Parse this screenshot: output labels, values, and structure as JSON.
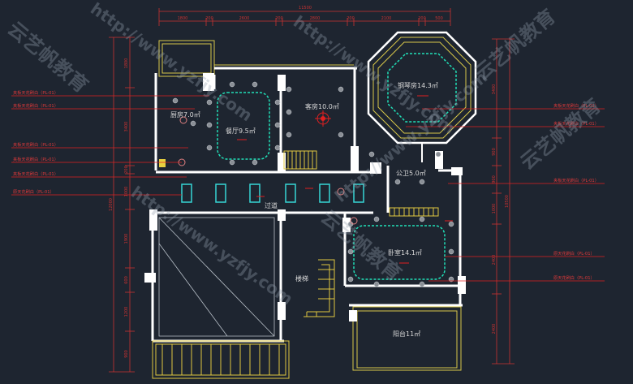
{
  "top_dims": {
    "total": "11500",
    "segments": [
      "1800",
      "200",
      "2600",
      "200",
      "2800",
      "200",
      "2100",
      "200",
      "500"
    ]
  },
  "left_dims": {
    "total": "12000",
    "segments": [
      "1800",
      "3400",
      "200",
      "1000",
      "1900",
      "600",
      "1200",
      "900"
    ]
  },
  "right_dims": {
    "total": "10500",
    "segments": [
      "3400",
      "900",
      "900",
      "1000",
      "2400",
      "2400"
    ]
  },
  "rooms": [
    {
      "id": "kitchen",
      "label": "厨房7.0㎡"
    },
    {
      "id": "dining",
      "label": "餐厅9.5㎡"
    },
    {
      "id": "living",
      "label": "客房10.0㎡"
    },
    {
      "id": "piano",
      "label": "钢琴房14.3㎡"
    },
    {
      "id": "bath",
      "label": "公卫5.0㎡"
    },
    {
      "id": "corridor",
      "label": "过道"
    },
    {
      "id": "bedroom",
      "label": "卧室14.1㎡"
    },
    {
      "id": "stairs",
      "label": "楼梯"
    },
    {
      "id": "balcony",
      "label": "阳台11㎡"
    }
  ],
  "left_annotations": [
    "夹板天花刷白（PL-01）",
    "夹板天花刷白（PL-01）",
    "夹板天花刷白（PL-01）",
    "夹板天花刷白（PL-01）",
    "夹板天花刷白（PL-01）",
    "原天花刷白（PL-01）"
  ],
  "right_annotations": [
    "夹板天花刷白（PL-01）",
    "夹板天花刷白（PL-01）",
    "夹板天花刷白（PL-01）",
    "原天花刷白（PL-01）",
    "原天花刷白（PL-01）"
  ],
  "watermarks": [
    "http://www.yzfjy.com",
    "云艺帆教育"
  ],
  "colors": {
    "background": "#1e2530",
    "wall": "#ffffff",
    "dimension": "#c83232",
    "leader": "#e02020",
    "annotation": "#e23a3a",
    "ceiling_outline": "#21e0b8",
    "light_box": "#36d6d6",
    "room_label": "#d8d8d8",
    "stair": "#e0c840",
    "window": "#d8c84a",
    "watermark": "rgba(150,160,175,0.35)"
  }
}
